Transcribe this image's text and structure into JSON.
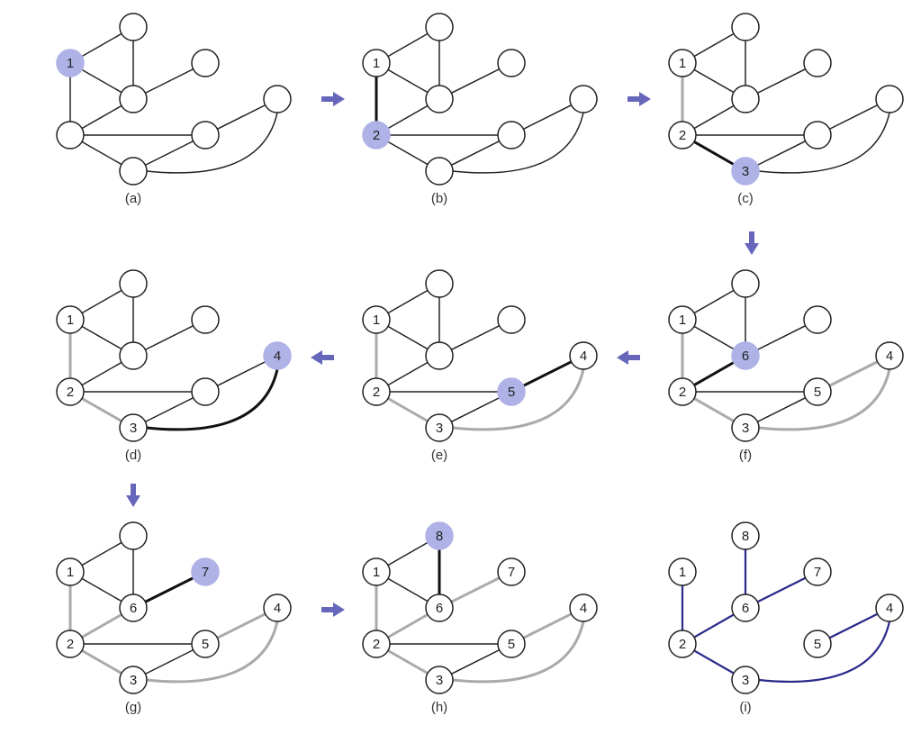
{
  "colors": {
    "highlight": "#aeb2e6",
    "arrow": "#6666bb",
    "new_edge": "#111111",
    "tree_edge": "#aaaaaa",
    "plain_edge": "#222222",
    "final_tree": "#2a2a8a",
    "node_stroke": "#222222"
  },
  "panels": [
    {
      "caption": "(a)",
      "labels": {
        "1": "1"
      },
      "highlight": "1",
      "newEdge": null,
      "treeEdges": []
    },
    {
      "caption": "(b)",
      "labels": {
        "1": "1",
        "2": "2"
      },
      "highlight": "2",
      "newEdge": [
        "1",
        "2"
      ],
      "treeEdges": []
    },
    {
      "caption": "(c)",
      "labels": {
        "1": "1",
        "2": "2",
        "3": "3"
      },
      "highlight": "3",
      "newEdge": [
        "2",
        "3"
      ],
      "treeEdges": [
        [
          "1",
          "2"
        ]
      ]
    },
    {
      "caption": "(d)",
      "labels": {
        "1": "1",
        "2": "2",
        "3": "3",
        "4": "4"
      },
      "highlight": "4",
      "newEdge": [
        "3",
        "4"
      ],
      "treeEdges": [
        [
          "1",
          "2"
        ],
        [
          "2",
          "3"
        ]
      ]
    },
    {
      "caption": "(e)",
      "labels": {
        "1": "1",
        "2": "2",
        "3": "3",
        "4": "4",
        "5": "5"
      },
      "highlight": "5",
      "newEdge": [
        "4",
        "5"
      ],
      "treeEdges": [
        [
          "1",
          "2"
        ],
        [
          "2",
          "3"
        ],
        [
          "3",
          "4"
        ]
      ]
    },
    {
      "caption": "(f)",
      "labels": {
        "1": "1",
        "2": "2",
        "3": "3",
        "4": "4",
        "5": "5",
        "6": "6"
      },
      "highlight": "6",
      "newEdge": [
        "2",
        "6"
      ],
      "treeEdges": [
        [
          "1",
          "2"
        ],
        [
          "2",
          "3"
        ],
        [
          "3",
          "4"
        ],
        [
          "4",
          "5"
        ]
      ]
    },
    {
      "caption": "(g)",
      "labels": {
        "1": "1",
        "2": "2",
        "3": "3",
        "4": "4",
        "5": "5",
        "6": "6",
        "7": "7"
      },
      "highlight": "7",
      "newEdge": [
        "6",
        "7"
      ],
      "treeEdges": [
        [
          "1",
          "2"
        ],
        [
          "2",
          "3"
        ],
        [
          "3",
          "4"
        ],
        [
          "4",
          "5"
        ],
        [
          "2",
          "6"
        ]
      ]
    },
    {
      "caption": "(h)",
      "labels": {
        "1": "1",
        "2": "2",
        "3": "3",
        "4": "4",
        "5": "5",
        "6": "6",
        "7": "7",
        "8": "8"
      },
      "highlight": "8",
      "newEdge": [
        "6",
        "8"
      ],
      "treeEdges": [
        [
          "1",
          "2"
        ],
        [
          "2",
          "3"
        ],
        [
          "3",
          "4"
        ],
        [
          "4",
          "5"
        ],
        [
          "2",
          "6"
        ],
        [
          "6",
          "7"
        ]
      ]
    },
    {
      "caption": "(i)",
      "labels": {
        "1": "1",
        "2": "2",
        "3": "3",
        "4": "4",
        "5": "5",
        "6": "6",
        "7": "7",
        "8": "8"
      },
      "highlight": null,
      "newEdge": null,
      "treeEdges": [
        [
          "1",
          "2"
        ],
        [
          "2",
          "3"
        ],
        [
          "3",
          "4"
        ],
        [
          "4",
          "5"
        ],
        [
          "2",
          "6"
        ],
        [
          "6",
          "7"
        ],
        [
          "6",
          "8"
        ]
      ],
      "final": true
    }
  ],
  "graph_edges": [
    [
      "1",
      "8"
    ],
    [
      "1",
      "6"
    ],
    [
      "8",
      "6"
    ],
    [
      "6",
      "7"
    ],
    [
      "1",
      "2"
    ],
    [
      "2",
      "6"
    ],
    [
      "2",
      "5"
    ],
    [
      "2",
      "3"
    ],
    [
      "3",
      "5"
    ],
    [
      "5",
      "4"
    ],
    [
      "3",
      "4"
    ]
  ]
}
